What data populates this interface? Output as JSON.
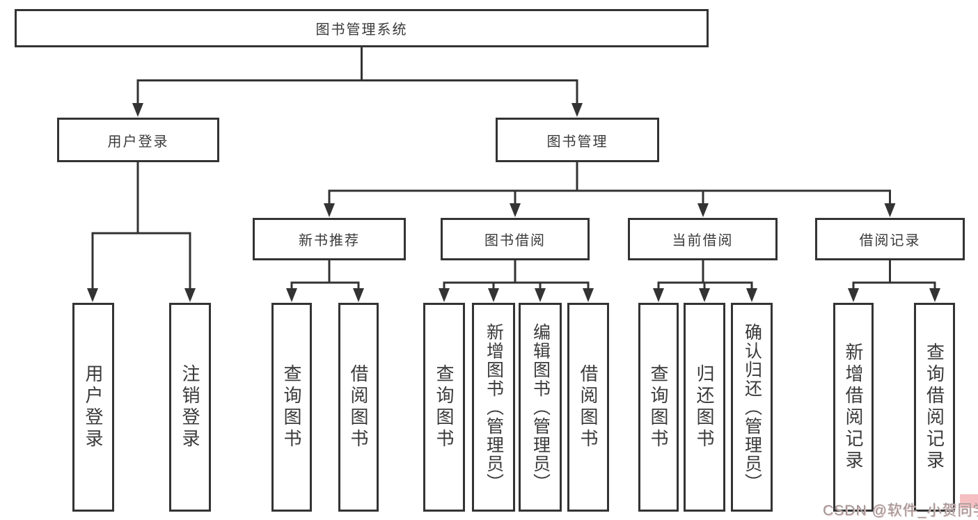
{
  "diagram": {
    "root": {
      "label": "图书管理系统"
    },
    "branches": [
      {
        "label": "用户登录",
        "children": [
          {
            "label": "用户登录"
          },
          {
            "label": "注销登录"
          }
        ]
      },
      {
        "label": "图书管理",
        "children": [
          {
            "label": "新书推荐",
            "children": [
              {
                "label": "查询图书"
              },
              {
                "label": "借阅图书"
              }
            ]
          },
          {
            "label": "图书借阅",
            "children": [
              {
                "label": "查询图书"
              },
              {
                "label": "新增图书（管理员）"
              },
              {
                "label": "编辑图书（管理员）"
              },
              {
                "label": "借阅图书"
              }
            ]
          },
          {
            "label": "当前借阅",
            "children": [
              {
                "label": "查询图书"
              },
              {
                "label": "归还图书"
              },
              {
                "label": "确认归还（管理员）"
              }
            ]
          },
          {
            "label": "借阅记录",
            "children": [
              {
                "label": "新增借阅记录"
              },
              {
                "label": "查询借阅记录"
              }
            ]
          }
        ]
      }
    ]
  },
  "colors": {
    "line": "#333333",
    "text": "#3a3a3a",
    "watermark": "#a09595",
    "watermark_patch": "#f2a9ad",
    "background": "#ffffff"
  },
  "watermark": {
    "text": "CSDN @软件_小贺同学"
  }
}
